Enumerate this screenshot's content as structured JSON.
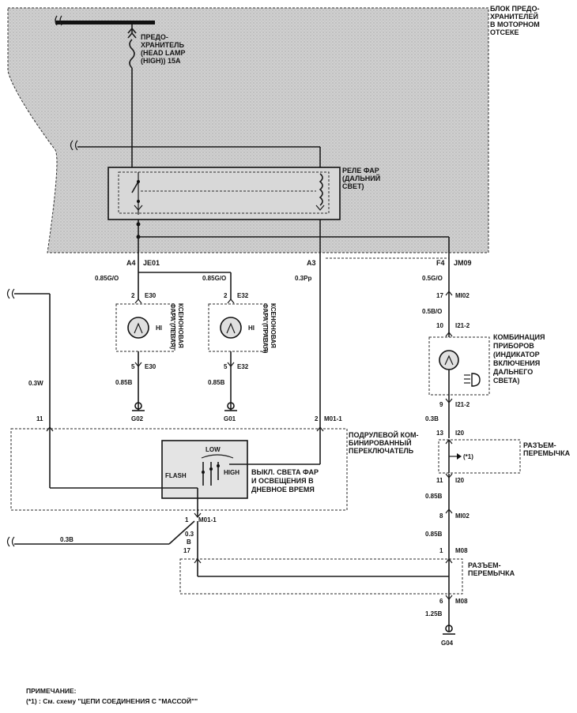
{
  "fuse_block": {
    "label": [
      "БЛОК ПРЕДО-",
      "ХРАНИТЕЛЕЙ",
      "В МОТОРНОМ",
      "ОТСЕКЕ"
    ],
    "fuse_label": [
      "ПРЕДО-",
      "ХРАНИТЕЛЬ",
      "(HEAD LAMP",
      "(HIGH)) 15A"
    ]
  },
  "relay": {
    "label": [
      "РЕЛЕ ФАР",
      "(ДАЛЬНИЙ",
      "СВЕТ)"
    ]
  },
  "connectors": {
    "a4": "A4",
    "je01": "JE01",
    "a3": "A3",
    "f4": "F4",
    "jm09": "JM09",
    "e30_top_pin": "2",
    "e30_top": "E30",
    "e30_bot_pin": "5",
    "e30_bot": "E30",
    "e32_top_pin": "2",
    "e32_top": "E32",
    "e32_bot_pin": "5",
    "e32_bot": "E32",
    "m02_top_pin": "17",
    "m02_top": "MI02",
    "i21_top_pin": "10",
    "i21_top": "I21-2",
    "i21_bot_pin": "9",
    "i21_bot": "I21-2",
    "i20_top_pin": "13",
    "i20_top": "I20",
    "i20_bot_pin": "11",
    "i20_bot": "I20",
    "m02_bot_pin": "8",
    "m02_bot": "MI02",
    "m08_top_pin": "1",
    "m08_top": "M08",
    "m08_bot_pin": "6",
    "m08_bot": "M08",
    "sw_pin_11": "11",
    "sw_pin_2": "2",
    "sw_m01_top": "M01-1",
    "sw_pin_1": "1",
    "sw_m01_bot": "M01-1",
    "m08_left_pin": "17"
  },
  "wires": {
    "w_085go_1": "0.85G/O",
    "w_085go_2": "0.85G/O",
    "w_03pp": "0.3Pp",
    "w_05go": "0.5G/O",
    "w_05bo": "0.5B/O",
    "w_085b_1": "0.85B",
    "w_085b_2": "0.85B",
    "w_03w": "0.3W",
    "w_03b_right": "0.3B",
    "w_085b_3": "0.85B",
    "w_085b_4": "0.85B",
    "w_125b": "1.25B",
    "w_03b_left": "0.3B",
    "w_03_v": "0.3",
    "w_b_v": "B"
  },
  "lamps": {
    "left_label": [
      "КСЕНОНОВАЯ",
      "ФАРА (ЛЕВАЯ)"
    ],
    "right_label": [
      "КСЕНОНОВАЯ",
      "ФАРА (ПРАВАЯ)"
    ],
    "hi": "HI"
  },
  "grounds": {
    "g02": "G02",
    "g01": "G01",
    "g04": "G04"
  },
  "cluster": {
    "label": [
      "КОМБИНАЦИЯ",
      "ПРИБОРОВ",
      "(ИНДИКАТОР",
      "ВКЛЮЧЕНИЯ",
      "ДАЛЬНЕГО",
      "СВЕТА)"
    ]
  },
  "jumper1": {
    "label": [
      "РАЗЪЕМ-",
      "ПЕРЕМЫЧКА"
    ],
    "ref": "(*1)"
  },
  "jumper2": {
    "label": [
      "РАЗЪЕМ-",
      "ПЕРЕМЫЧКА"
    ]
  },
  "switch": {
    "label": [
      "ПОДРУЛЕВОЙ КОМ-",
      "БИНИРОВАННЫЙ",
      "ПЕРЕКЛЮЧАТЕЛЬ"
    ],
    "flash": "FLASH",
    "low": "LOW",
    "high": "HIGH",
    "desc": [
      "ВЫКЛ. СВЕТА ФАР",
      "И ОСВЕЩЕНИЯ В",
      "ДНЕВНОЕ ВРЕМЯ"
    ]
  },
  "note": {
    "title": "ПРИМЕЧАНИЕ:",
    "text": "(*1) : См. схему \"ЦЕПИ СОЕДИНЕНИЯ С \"МАССОЙ\"\""
  }
}
